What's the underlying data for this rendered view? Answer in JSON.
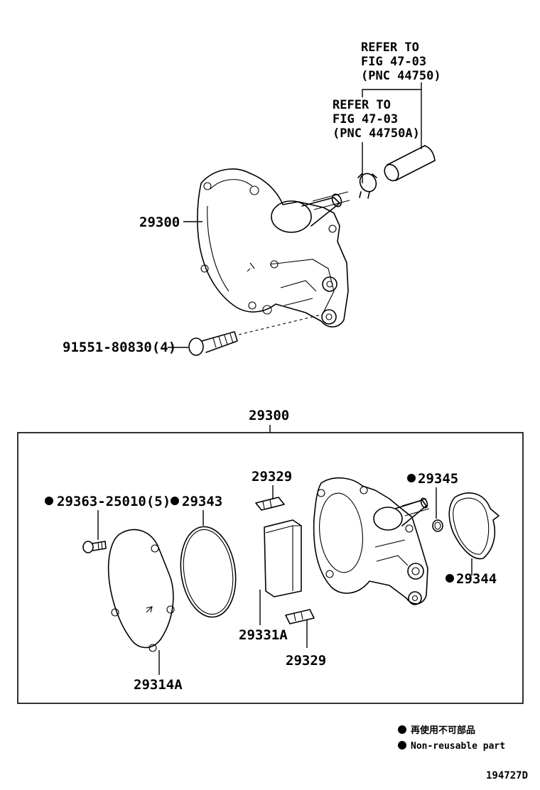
{
  "references": [
    {
      "id": "ref-44750",
      "lines": [
        "REFER TO",
        "FIG 47-03",
        "(PNC 44750)"
      ]
    },
    {
      "id": "ref-44750a",
      "lines": [
        "REFER TO",
        "FIG 47-03",
        "(PNC 44750A)"
      ]
    }
  ],
  "callouts": {
    "pump_top": "29300",
    "bolt": "91551-80830(4)",
    "kit_header": "29300",
    "bolt_kit": "29363-25010(5)",
    "o_ring": "29343",
    "vane_top": "29329",
    "check_valve": "29345",
    "gasket": "29344",
    "cover": "29314A",
    "rotor": "29331A",
    "vane_bottom": "29329"
  },
  "legend": [
    {
      "text": "再使用不可部品"
    },
    {
      "text": "Non-reusable part"
    }
  ],
  "figure_id": "194727D",
  "non_reusable_marker": "filled-circle"
}
